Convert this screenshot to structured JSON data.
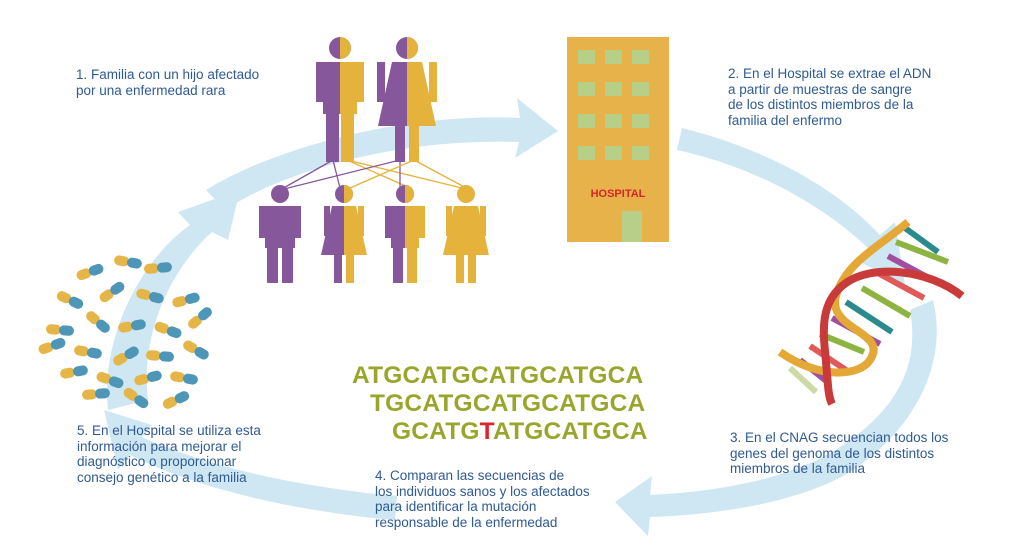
{
  "steps": [
    {
      "lines": [
        "1. Familia con un hijo afectado",
        "por una enfermedad rara"
      ]
    },
    {
      "lines": [
        "2. En el Hospital se extrae el ADN",
        "a partir de muestras de sangre",
        "de los distintos miembros de la",
        "familia del enfermo"
      ]
    },
    {
      "lines": [
        "3. En el CNAG secuencian todos los",
        "genes del genoma de los distintos",
        "miembros de la familia"
      ]
    },
    {
      "lines": [
        "4. Comparan las secuencias de",
        "los individuos sanos y los afectados",
        "para identificar la mutación",
        "responsable de la enfermedad"
      ]
    },
    {
      "lines": [
        "5. En el Hospital se utiliza esta",
        "información para mejorar el",
        "diagnóstico o proporcionar",
        "consejo genético a la familia"
      ]
    }
  ],
  "hospital": {
    "sign": "HOSPITAL"
  },
  "sequences": {
    "row1": "ATGCATGCATGCATGCA",
    "row2": "TGCATGCATGCATGCA",
    "row3_before": "GCATG",
    "row3_mutation": "T",
    "row3_after": "ATGCATGCA"
  },
  "colors": {
    "arrow": "#cfe7f2",
    "purple": "#86579b",
    "gold": "#e5b23c",
    "building": "#e8b24a",
    "window": "#b7cf86",
    "text": "#2f5a93",
    "sequence": "#9aa62b",
    "mutation": "#e0232a",
    "helix_red": "#c93a3a",
    "helix_gold": "#e3a836",
    "capsule_teal": "#4d96b8",
    "capsule_gold": "#e6b547"
  }
}
